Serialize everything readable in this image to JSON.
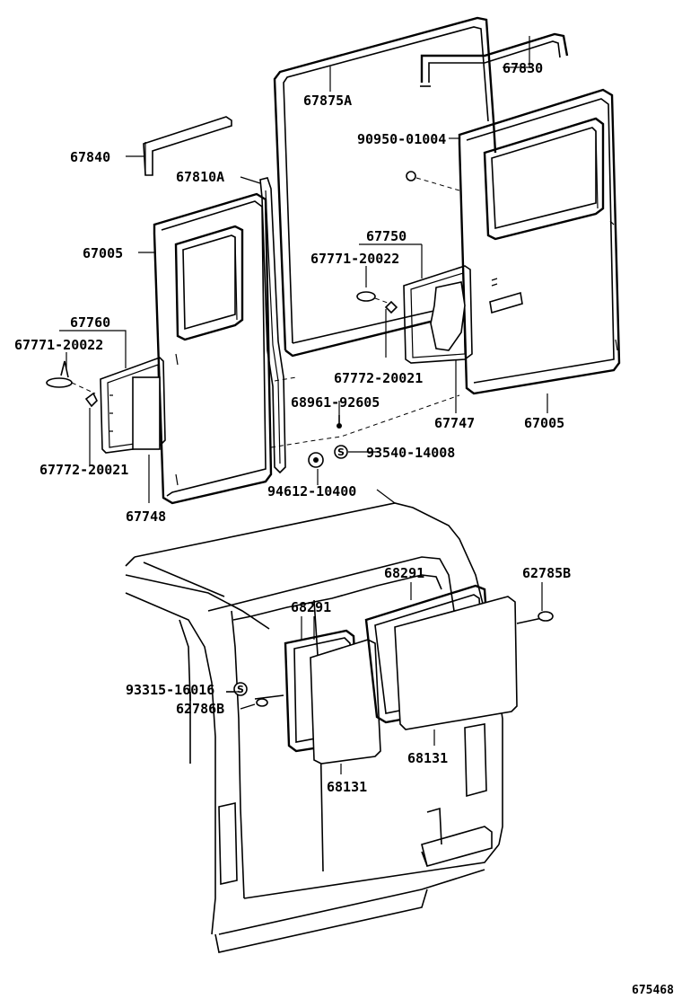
{
  "figure_number": "675468",
  "parts": {
    "p67830": "67830",
    "p67875A": "67875A",
    "p67840": "67840",
    "p67810A": "67810A",
    "p90950": "90950-01004",
    "p67005_left": "67005",
    "p67750": "67750",
    "p67771_right": "67771-20022",
    "p67760": "67760",
    "p67771_left": "67771-20022",
    "p67772_right": "67772-20021",
    "p68961": "68961-92605",
    "p67747": "67747",
    "p67005_right": "67005",
    "p93540": "93540-14008",
    "p67772_left": "67772-20021",
    "p67748": "67748",
    "p94612": "94612-10400",
    "p68291_right": "68291",
    "p62785B": "62785B",
    "p68291_left": "68291",
    "p93315": "93315-16016",
    "p62786B": "62786B",
    "p68131_right": "68131",
    "p68131_left": "68131"
  }
}
